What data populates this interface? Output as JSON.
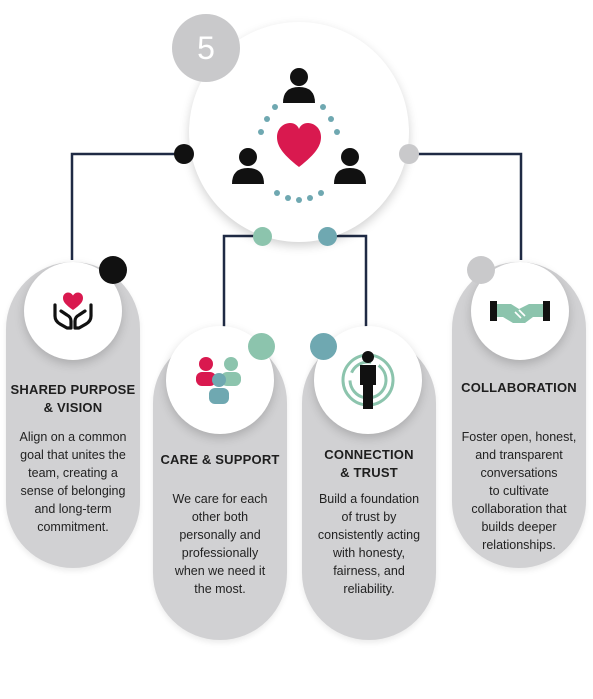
{
  "badge": {
    "number": "5"
  },
  "colors": {
    "teal": "#8cc4ad",
    "blue_teal": "#6fa8b1",
    "crimson": "#d9194f",
    "black": "#111111",
    "grey": "#c9c9cb",
    "card": "#d1d1d3",
    "line": "#1f2a44"
  },
  "hub": {
    "icon": "team-heart-icon"
  },
  "cards": [
    {
      "id": "shared-purpose",
      "icon": "heart-in-hands-icon",
      "title": "SHARED PURPOSE\n& VISION",
      "description": "Align on a common\ngoal that unites the\nteam, creating a\nsense of belonging\nand long-term\ncommitment."
    },
    {
      "id": "care-support",
      "icon": "people-group-icon",
      "title": "CARE & SUPPORT",
      "description": "We care for each\nother both\npersonally and\nprofessionally\nwhen we need it\nthe most."
    },
    {
      "id": "connection-trust",
      "icon": "person-signal-icon",
      "title": "CONNECTION\n& TRUST",
      "description": "Build a foundation\nof trust by\nconsistently acting\nwith honesty,\nfairness, and\nreliability."
    },
    {
      "id": "collaboration",
      "icon": "handshake-icon",
      "title": "COLLABORATION",
      "description": "Foster open, honest,\nand transparent\nconversations\nto cultivate\ncollaboration that\nbuilds deeper\nrelationships."
    }
  ]
}
